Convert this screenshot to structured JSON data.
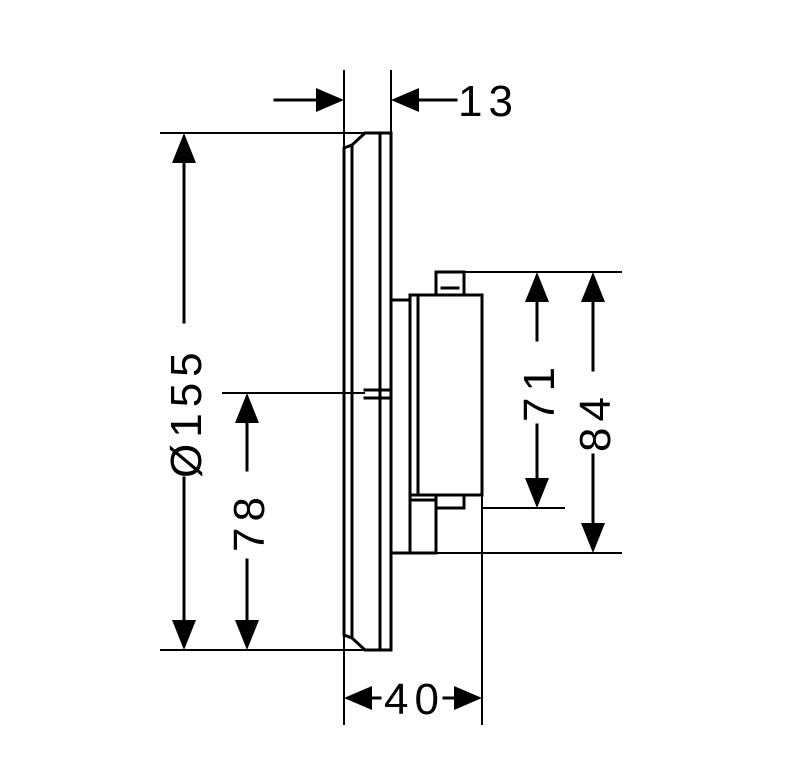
{
  "diagram": {
    "dimensions": {
      "top_depth": "13",
      "diameter": "Ø155",
      "lower_height": "78",
      "body_height_inner": "71",
      "body_height_outer": "84",
      "total_depth": "40"
    },
    "colors": {
      "line": "#000000",
      "background": "#ffffff"
    }
  }
}
